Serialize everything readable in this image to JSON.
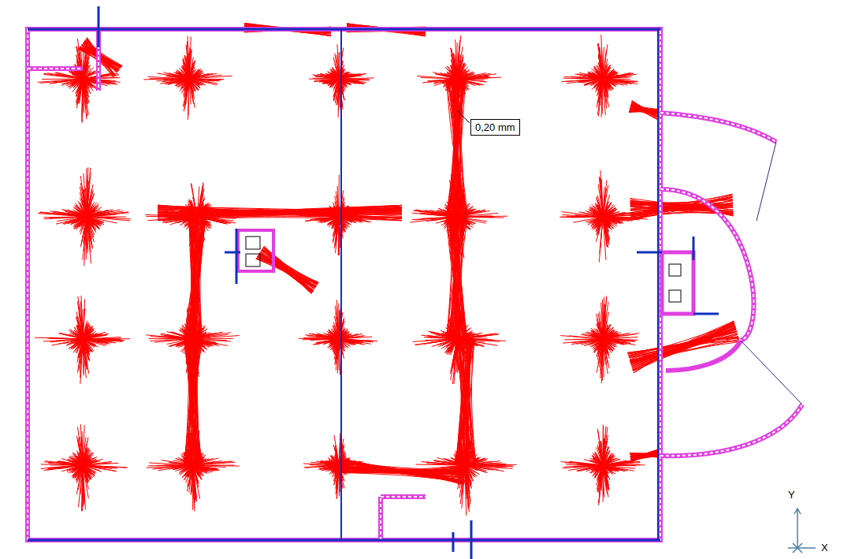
{
  "diagram": {
    "labels": [
      "0,20 mm",
      "Y",
      "X"
    ]
  }
}
